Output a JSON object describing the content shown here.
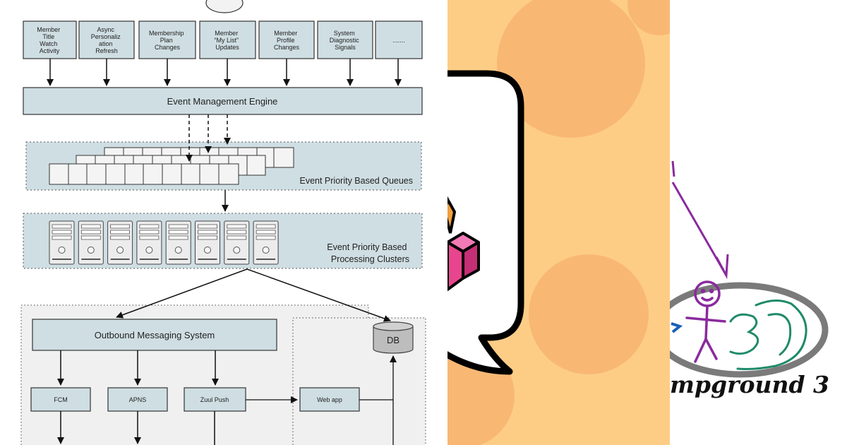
{
  "diagram": {
    "event_sources": [
      [
        "Member",
        "Title",
        "Watch",
        "Activity"
      ],
      [
        "Async",
        "Personaliz",
        "ation",
        "Refresh"
      ],
      [
        "Membership",
        "Plan",
        "Changes"
      ],
      [
        "Member",
        "“My List”",
        "Updates"
      ],
      [
        "Member",
        "Profile",
        "Changes"
      ],
      [
        "System",
        "Diagnostic",
        "Signals"
      ],
      [
        "......."
      ]
    ],
    "engine_label": "Event Management Engine",
    "queues_label": "Event Priority Based Queues",
    "clusters_label": [
      "Event Priority Based",
      "Processing Clusters"
    ],
    "outbound_label": "Outbound Messaging System",
    "db_label": "DB",
    "channels": [
      "FCM",
      "APNS",
      "Zuul Push"
    ],
    "webapp_label": "Web app"
  },
  "comic": {
    "caption": "mpground 3"
  },
  "colors": {
    "diagram_box": "#cfdee3",
    "comic_bg": "#fdcd86",
    "comic_spot": "#f8b874",
    "cube_pink": "#e8458f",
    "stick_figure": "#8a2a9e",
    "scribble_green": "#1f8a6a"
  }
}
